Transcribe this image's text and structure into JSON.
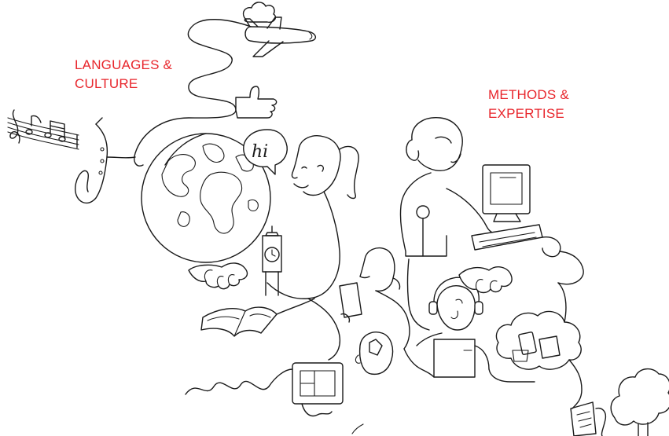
{
  "labels": {
    "languages_line1": "LANGUAGES &",
    "languages_line2": "CULTURE",
    "methods_line1": "METHODS &",
    "methods_line2": "EXPERTISE"
  },
  "colors": {
    "label_red": "#e8262c",
    "line_ink": "#1a1a1a",
    "background": "#ffffff"
  },
  "speech_bubble": {
    "text": "hi"
  },
  "icons": [
    "airplane-icon",
    "cloud-icon",
    "thumbs-up-icon",
    "music-notes-icon",
    "saxophone-icon",
    "globe-icon",
    "speech-bubble-icon",
    "woman-ponytail-icon",
    "big-ben-clock-icon",
    "handshake-icon",
    "open-book-icon",
    "woman-reading-icon",
    "man-headset-laptop-icon",
    "man-tablet-icon",
    "woman-computer-icon",
    "cloud-devices-icon",
    "tree-icon",
    "reader-icon"
  ]
}
